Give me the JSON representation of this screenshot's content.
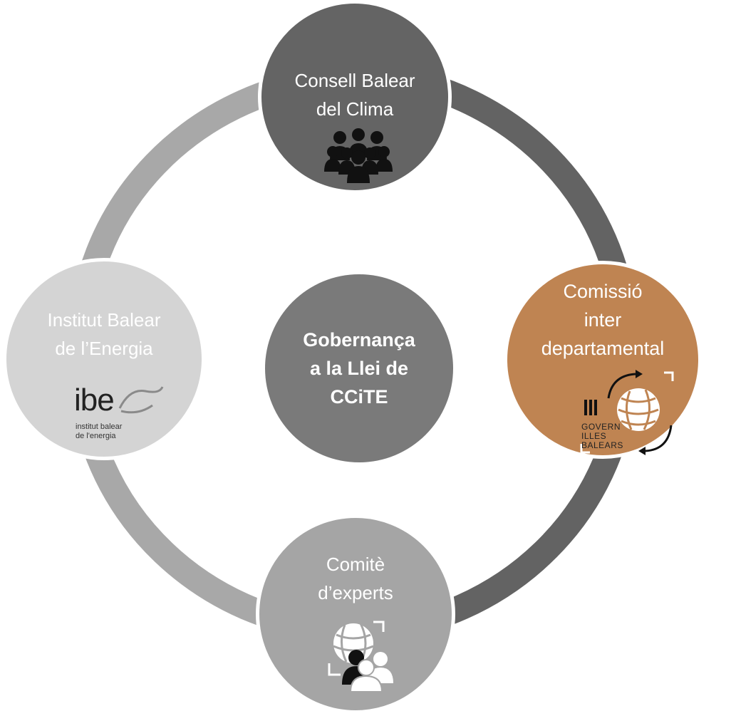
{
  "diagram": {
    "nodes": {
      "top": {
        "label": "Consell Balear\ndel Clima",
        "icon": "people-group-icon",
        "color": "#646464"
      },
      "right": {
        "label": "Comissió\ninter\ndepartamental",
        "icon": "globe-cycle-icon",
        "color": "#bf8452",
        "logo_text": "GOVERN\nILLES\nBALEARS"
      },
      "bottom": {
        "label": "Comitè\nd’experts",
        "icon": "experts-globe-icon",
        "color": "#a5a5a5"
      },
      "left": {
        "label": "Institut Balear\nde l’Energia",
        "color": "#d4d4d4",
        "logo_mark": "ibe",
        "logo_caption": "institut balear\nde l'energia"
      },
      "center": {
        "label": "Gobernança\na la Llei de\nCCiTE",
        "color": "#7a7a7a"
      }
    },
    "ring_colors": [
      "#636363",
      "#a8a8a8"
    ]
  }
}
